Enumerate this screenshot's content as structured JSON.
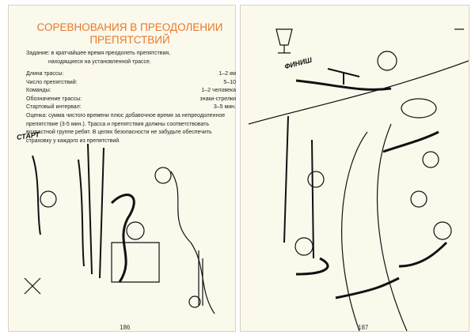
{
  "left_page": {
    "title_line1": "СОРЕВНОВАНИЯ В ПРЕОДОЛЕНИИ",
    "title_line2": "ПРЕПЯТСТВИЙ",
    "task_line1": "Задание: в кратчайшее время преодолеть препятствия,",
    "task_line2": "находящиеся на установленной трассе.",
    "specs": [
      {
        "label": "Длина трассы:",
        "value": "1–2 км"
      },
      {
        "label": "Число препятствий:",
        "value": "5–10"
      },
      {
        "label": "Команды:",
        "value": "1–2 человека"
      },
      {
        "label": "Обозначение трассы:",
        "value": "знаки-стрелки"
      },
      {
        "label": "Стартовый интервал:",
        "value": "3–5 мин."
      }
    ],
    "score_lines": [
      "Оценка: сумма чистого времени  плюс  добавочное время за непреодоленное",
      "препятствие (3-5 мин.). Трасса и  препятствия должны соответствовать",
      "возрастной группе ребят. В целях безопасности  не забудьте обеспечить",
      "страховку у каждого из препятствий."
    ],
    "start_label": "СТАРТ",
    "page_number": "186"
  },
  "right_page": {
    "finish_label": "ФИНИШ",
    "page_number": "187"
  },
  "colors": {
    "title": "#e8792a",
    "paper": "#fbf8ec"
  }
}
